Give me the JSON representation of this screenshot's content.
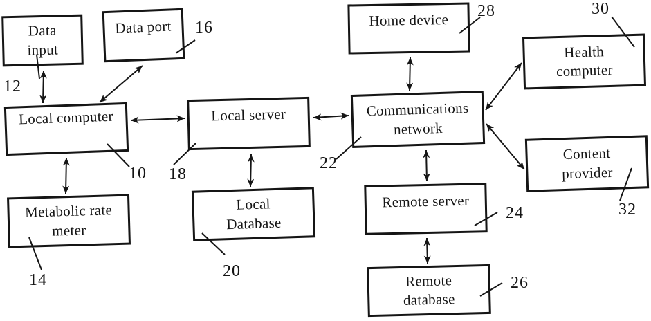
{
  "figure": {
    "kind": "patent-style system block diagram",
    "colors": {
      "ink": "#151515",
      "background": "#ffffff"
    }
  },
  "nodes": [
    {
      "id": "data-input",
      "label": "Data\ninput",
      "ref": "12"
    },
    {
      "id": "data-port",
      "label": "Data port",
      "ref": "16"
    },
    {
      "id": "local-computer",
      "label": "Local computer",
      "ref": "10"
    },
    {
      "id": "metabolic-rate-meter",
      "label": "Metabolic rate\nmeter",
      "ref": "14"
    },
    {
      "id": "local-server",
      "label": "Local server",
      "ref": "18"
    },
    {
      "id": "local-database",
      "label": "Local\nDatabase",
      "ref": "20"
    },
    {
      "id": "home-device",
      "label": "Home device",
      "ref": "28"
    },
    {
      "id": "communications-network",
      "label": "Communications\nnetwork",
      "ref": "22"
    },
    {
      "id": "remote-server",
      "label": "Remote server",
      "ref": "24"
    },
    {
      "id": "remote-database",
      "label": "Remote\ndatabase",
      "ref": "26"
    },
    {
      "id": "health-computer",
      "label": "Health\ncomputer",
      "ref": "30"
    },
    {
      "id": "content-provider",
      "label": "Content\nprovider",
      "ref": "32"
    }
  ],
  "edges": [
    {
      "from": "data-input",
      "to": "local-computer",
      "type": "bidirectional"
    },
    {
      "from": "data-port",
      "to": "local-computer",
      "type": "bidirectional"
    },
    {
      "from": "local-computer",
      "to": "local-server",
      "type": "bidirectional"
    },
    {
      "from": "local-computer",
      "to": "metabolic-rate-meter",
      "type": "bidirectional"
    },
    {
      "from": "local-server",
      "to": "local-database",
      "type": "bidirectional"
    },
    {
      "from": "local-server",
      "to": "communications-network",
      "type": "bidirectional"
    },
    {
      "from": "home-device",
      "to": "communications-network",
      "type": "bidirectional"
    },
    {
      "from": "communications-network",
      "to": "remote-server",
      "type": "bidirectional"
    },
    {
      "from": "communications-network",
      "to": "health-computer",
      "type": "bidirectional"
    },
    {
      "from": "communications-network",
      "to": "content-provider",
      "type": "bidirectional"
    },
    {
      "from": "remote-server",
      "to": "remote-database",
      "type": "bidirectional"
    }
  ]
}
